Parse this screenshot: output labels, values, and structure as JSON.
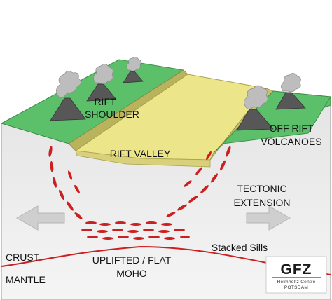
{
  "labels": {
    "rift_shoulder_line1": "RIFT",
    "rift_shoulder_line2": "SHOULDER",
    "rift_valley": "RIFT VALLEY",
    "off_rift_line1": "OFF RIFT",
    "off_rift_line2": "VOLCANOES",
    "tectonic_line1": "TECTONIC",
    "tectonic_line2": "EXTENSION",
    "stacked_sills": "Stacked Sills",
    "crust": "CRUST",
    "mantle": "MANTLE",
    "moho_line1": "UPLIFTED / FLAT",
    "moho_line2": "MOHO"
  },
  "logo": {
    "name": "GFZ",
    "sub_line1": "Helmholtz Centre",
    "sub_line2": "POTSDAM"
  },
  "colors": {
    "block_side": "#e9e9e9",
    "block_edge": "#9c9c9c",
    "shoulder_green": "#5cc06a",
    "valley_yellow": "#ede58a",
    "valley_wall": "#c9c26a",
    "volcano": "#555555",
    "plume": "#bdbdbd",
    "dike": "#cc1f1f",
    "moho_line": "#cc1f1f",
    "arrow": "#cfcfcf"
  }
}
